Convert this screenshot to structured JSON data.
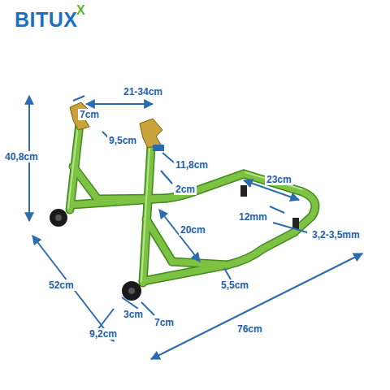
{
  "diagram": {
    "labels": [
      "BITUX",
      "X",
      "7cm",
      "21-34cm",
      "9,5cm",
      "11,8cm",
      "2cm",
      "40,8cm",
      "23cm",
      "12mm",
      "3,2-3,5mm",
      "20cm",
      "5,5cm",
      "52cm",
      "3cm",
      "9,2cm",
      "7cm",
      "76cm"
    ]
  }
}
